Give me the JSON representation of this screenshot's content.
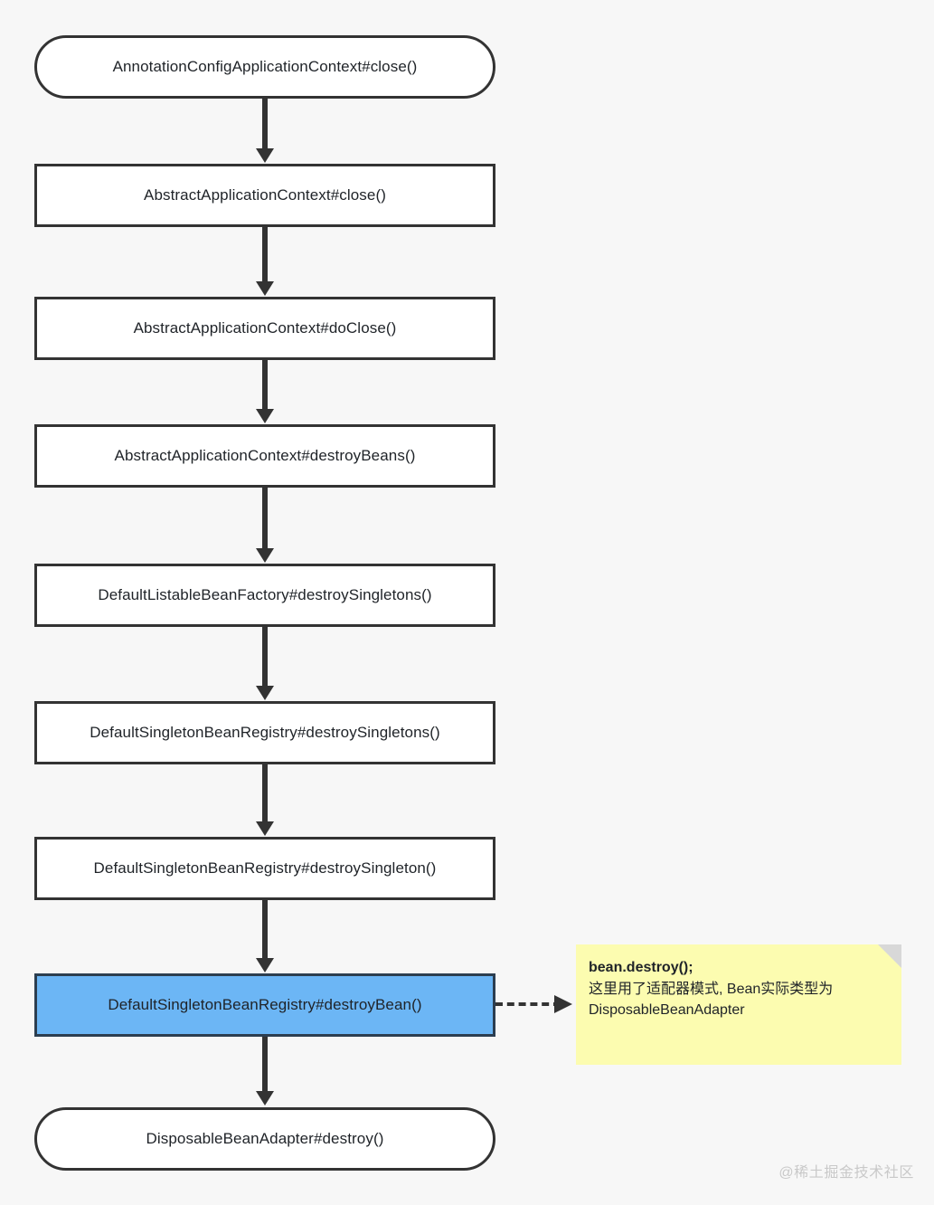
{
  "diagram": {
    "type": "flowchart",
    "background_color": "#f7f7f7",
    "node_border_color": "#333333",
    "highlight_color": "#6cb6f5",
    "note_color": "#fcfcb0",
    "nodes": [
      {
        "id": "n1",
        "label": "AnnotationConfigApplicationContext#close()",
        "shape": "stadium",
        "highlight": false
      },
      {
        "id": "n2",
        "label": "AbstractApplicationContext#close()",
        "shape": "rect",
        "highlight": false
      },
      {
        "id": "n3",
        "label": "AbstractApplicationContext#doClose()",
        "shape": "rect",
        "highlight": false
      },
      {
        "id": "n4",
        "label": "AbstractApplicationContext#destroyBeans()",
        "shape": "rect",
        "highlight": false
      },
      {
        "id": "n5",
        "label": "DefaultListableBeanFactory#destroySingletons()",
        "shape": "rect",
        "highlight": false
      },
      {
        "id": "n6",
        "label": "DefaultSingletonBeanRegistry#destroySingletons()",
        "shape": "rect",
        "highlight": false
      },
      {
        "id": "n7",
        "label": "DefaultSingletonBeanRegistry#destroySingleton()",
        "shape": "rect",
        "highlight": false
      },
      {
        "id": "n8",
        "label": "DefaultSingletonBeanRegistry#destroyBean()",
        "shape": "rect",
        "highlight": true
      },
      {
        "id": "n9",
        "label": "DisposableBeanAdapter#destroy()",
        "shape": "stadium",
        "highlight": false
      }
    ],
    "edges": [
      {
        "from": "n1",
        "to": "n2",
        "style": "solid"
      },
      {
        "from": "n2",
        "to": "n3",
        "style": "solid"
      },
      {
        "from": "n3",
        "to": "n4",
        "style": "solid"
      },
      {
        "from": "n4",
        "to": "n5",
        "style": "solid"
      },
      {
        "from": "n5",
        "to": "n6",
        "style": "solid"
      },
      {
        "from": "n6",
        "to": "n7",
        "style": "solid"
      },
      {
        "from": "n7",
        "to": "n8",
        "style": "solid"
      },
      {
        "from": "n8",
        "to": "n9",
        "style": "solid"
      },
      {
        "from": "n8",
        "to": "note1",
        "style": "dashed"
      }
    ],
    "note": {
      "id": "note1",
      "title": "bean.destroy();",
      "body": "这里用了适配器模式, Bean实际类型为 DisposableBeanAdapter"
    },
    "watermark": "@稀土掘金技术社区"
  }
}
